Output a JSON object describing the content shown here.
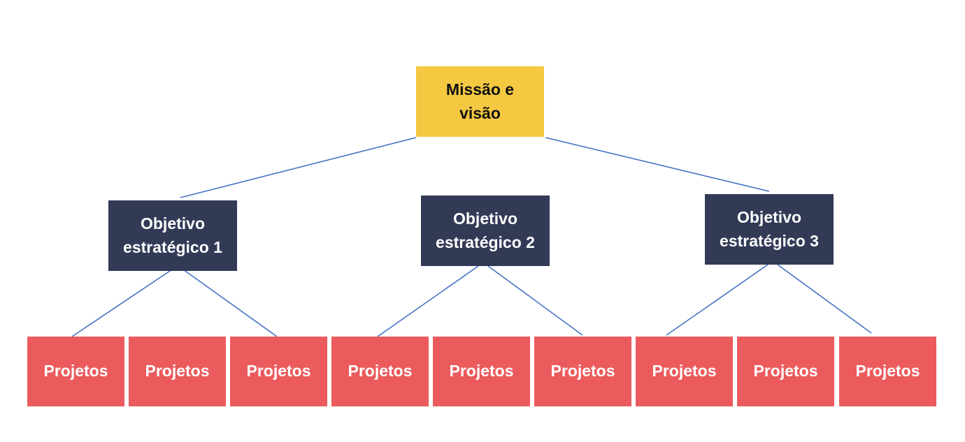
{
  "colors": {
    "root_fill": "#f5c842",
    "objective_fill": "#323a56",
    "project_fill": "#eb5b5d",
    "connector": "#4472c4"
  },
  "root": {
    "line1": "Missão e",
    "line2": "visão"
  },
  "objectives": [
    {
      "line1": "Objetivo",
      "line2": "estratégico 1"
    },
    {
      "line1": "Objetivo",
      "line2": "estratégico 2"
    },
    {
      "line1": "Objetivo",
      "line2": "estratégico 3"
    }
  ],
  "projects": [
    "Projetos",
    "Projetos",
    "Projetos",
    "Projetos",
    "Projetos",
    "Projetos",
    "Projetos",
    "Projetos",
    "Projetos"
  ],
  "edges": [
    [
      "root",
      "objective-1"
    ],
    [
      "root",
      "objective-3"
    ],
    [
      "objective-1",
      "project-1"
    ],
    [
      "objective-1",
      "project-3"
    ],
    [
      "objective-2",
      "project-4"
    ],
    [
      "objective-2",
      "project-6"
    ],
    [
      "objective-3",
      "project-7"
    ],
    [
      "objective-3",
      "project-9"
    ]
  ]
}
